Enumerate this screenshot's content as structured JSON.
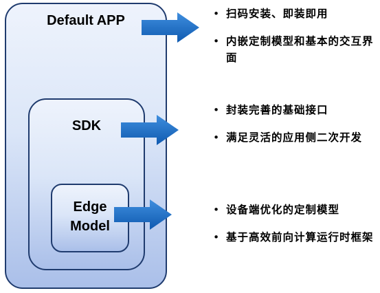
{
  "layers": {
    "app": "Default APP",
    "sdk": "SDK",
    "model": "Edge\nModel"
  },
  "bullets": {
    "app": [
      "扫码安装、即装即用",
      "内嵌定制模型和基本的交互界面"
    ],
    "sdk": [
      "封装完善的基础接口",
      "满足灵活的应用侧二次开发"
    ],
    "model": [
      "设备端优化的定制模型",
      "基于高效前向计算运行时框架"
    ]
  },
  "colors": {
    "arrow": "#1f6fc5",
    "box_border": "#1f3b6e",
    "box_fill_top": "#eef3fc",
    "box_fill_bottom": "#aabfe9"
  }
}
